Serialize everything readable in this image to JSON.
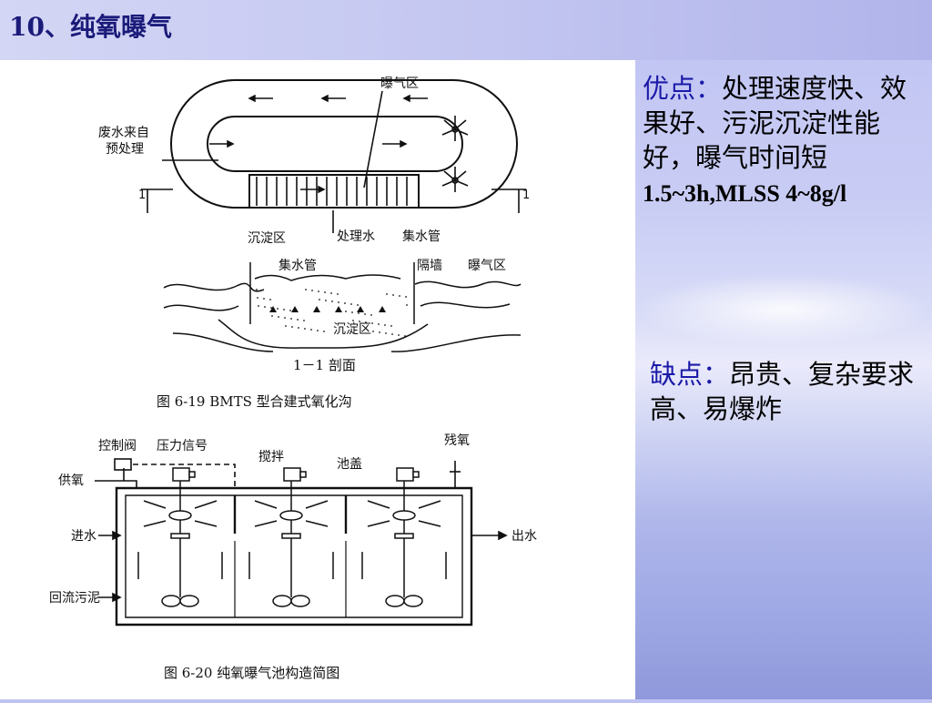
{
  "slide": {
    "title": "10、纯氧曝气"
  },
  "advantages": {
    "label": "优点：",
    "text": "处理速度快、效果好、污泥沉淀性能好，曝气时间短",
    "metrics": "1.5~3h,MLSS  4~8g/l"
  },
  "disadvantages": {
    "label": "缺点：",
    "text": "昂贵、复杂要求高、易爆炸"
  },
  "figure1": {
    "label_aeration_zone": "曝气区",
    "label_inlet_line1": "废水来自",
    "label_inlet_line2": "预处理",
    "label_settling": "沉淀区",
    "label_treated": "处理水",
    "label_collector": "集水管",
    "label_section_mark": "1",
    "label_section_mark_r": "1",
    "section_collector": "集水管",
    "section_wall": "隔墙",
    "section_aeration": "曝气区",
    "section_settling": "沉淀区",
    "section_caption": "1－1 剖面",
    "caption": "图 6-19      BMTS 型合建式氧化沟"
  },
  "figure2": {
    "label_control_valve": "控制阀",
    "label_pressure_signal": "压力信号",
    "label_oxygen_supply": "供氧",
    "label_stirring": "搅拌",
    "label_cover": "池盖",
    "label_residual_oxygen": "残氧",
    "label_inlet": "进水",
    "label_outlet": "出水",
    "label_return_sludge": "回流污泥",
    "caption": "图 6-20    纯氧曝气池构造简图"
  }
}
